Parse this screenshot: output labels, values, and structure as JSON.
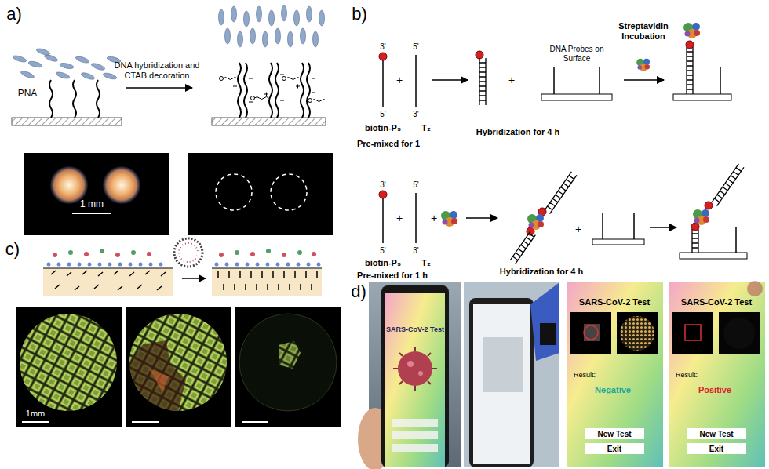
{
  "diagram": {
    "nodes": [
      {
        "text": [
          "New Test"
        ]
      },
      {
        "text": [
          "Exit"
        ]
      },
      {
        "text": [
          "New Test"
        ]
      },
      {
        "text": [
          "Exit"
        ]
      }
    ],
    "labels": [
      "a)",
      "PNA",
      "DNA hybridization and CTAB decoration",
      "1 mm",
      "b)",
      "3'",
      "5'",
      "biotin-P₃",
      "+",
      "5'",
      "3'",
      "T₂",
      "Pre-mixed for 1",
      "+",
      "Hybridization for 4 h",
      "DNA Probes on Surface",
      "Streptavidin Incubation",
      "3'",
      "5'",
      "biotin-P₃",
      "+",
      "5'",
      "3'",
      "T₂",
      "+",
      "Pre-mixed for 1 h",
      "+",
      "Hybridization for 4 h",
      "c)",
      "1mm",
      "d)",
      "SARS-CoV-2 Test",
      "SARS-CoV-2 Test",
      "Result:",
      "Negative",
      "SARS-CoV-2 Test",
      "Result:",
      "Positive"
    ]
  }
}
